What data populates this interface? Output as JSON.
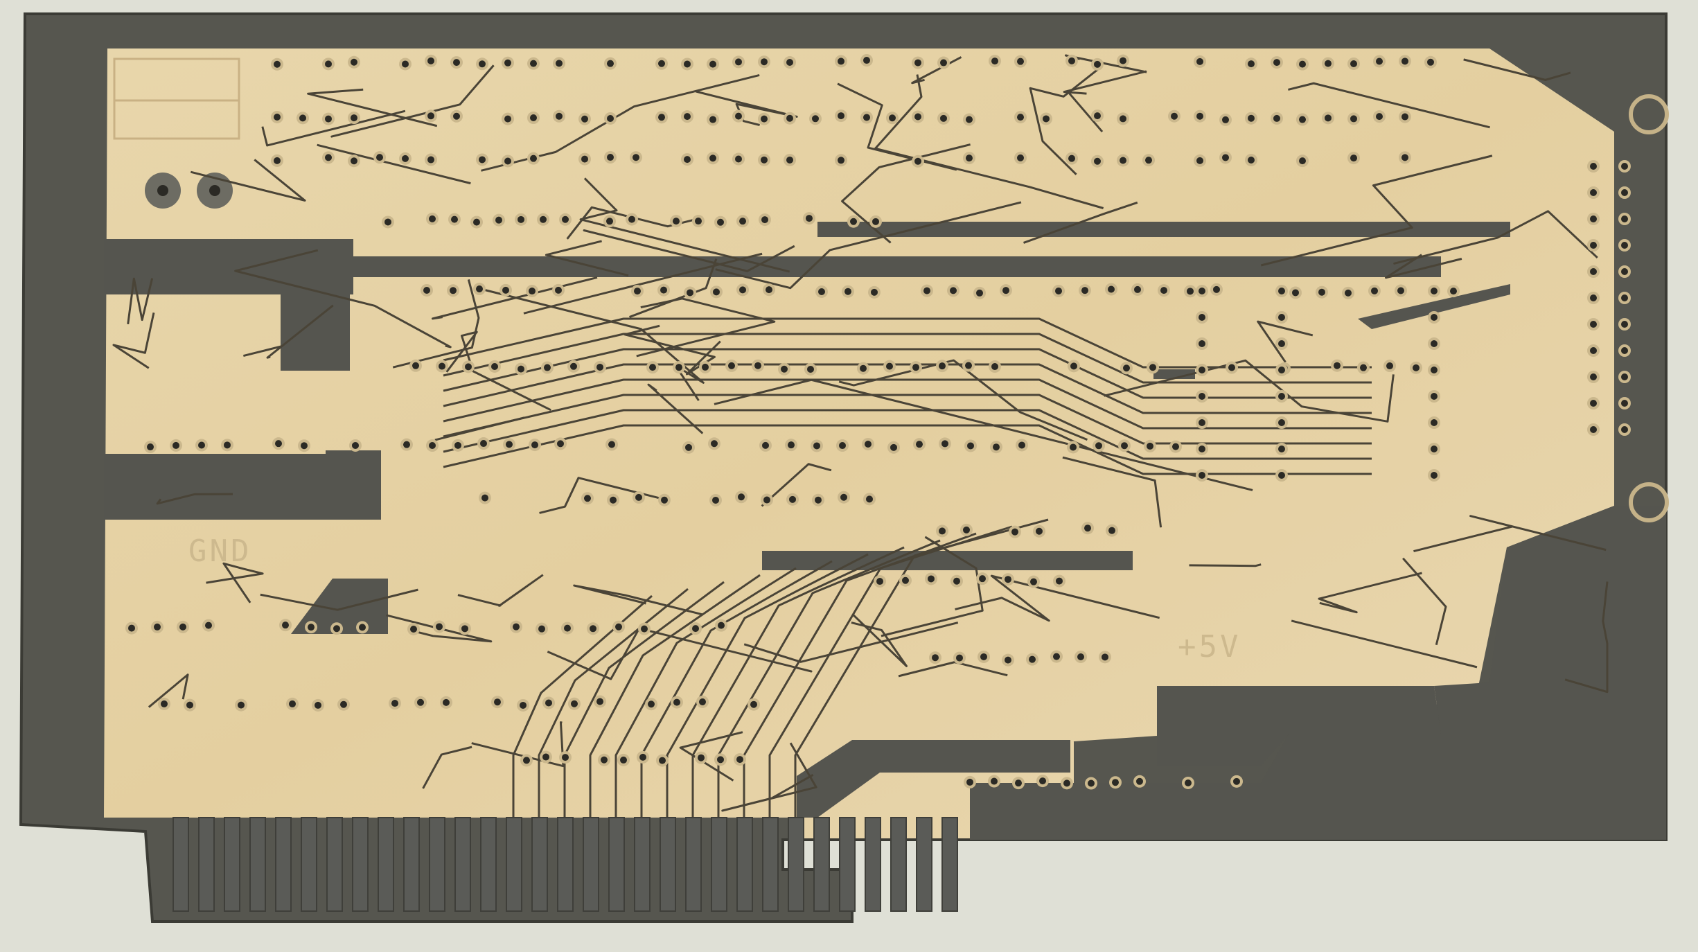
{
  "image": {
    "subject": "printed-circuit-board",
    "labels": {
      "gnd": "GND",
      "plus5v": "+5V"
    }
  },
  "colors": {
    "background": "#dfe0d6",
    "board_edge": "#53534d",
    "copper_plane": "#55554f",
    "substrate": "#e6d3a8",
    "trace": "#4a4437",
    "drill_hole": "#2b2a25",
    "silkscreen": "#cdb98e"
  }
}
